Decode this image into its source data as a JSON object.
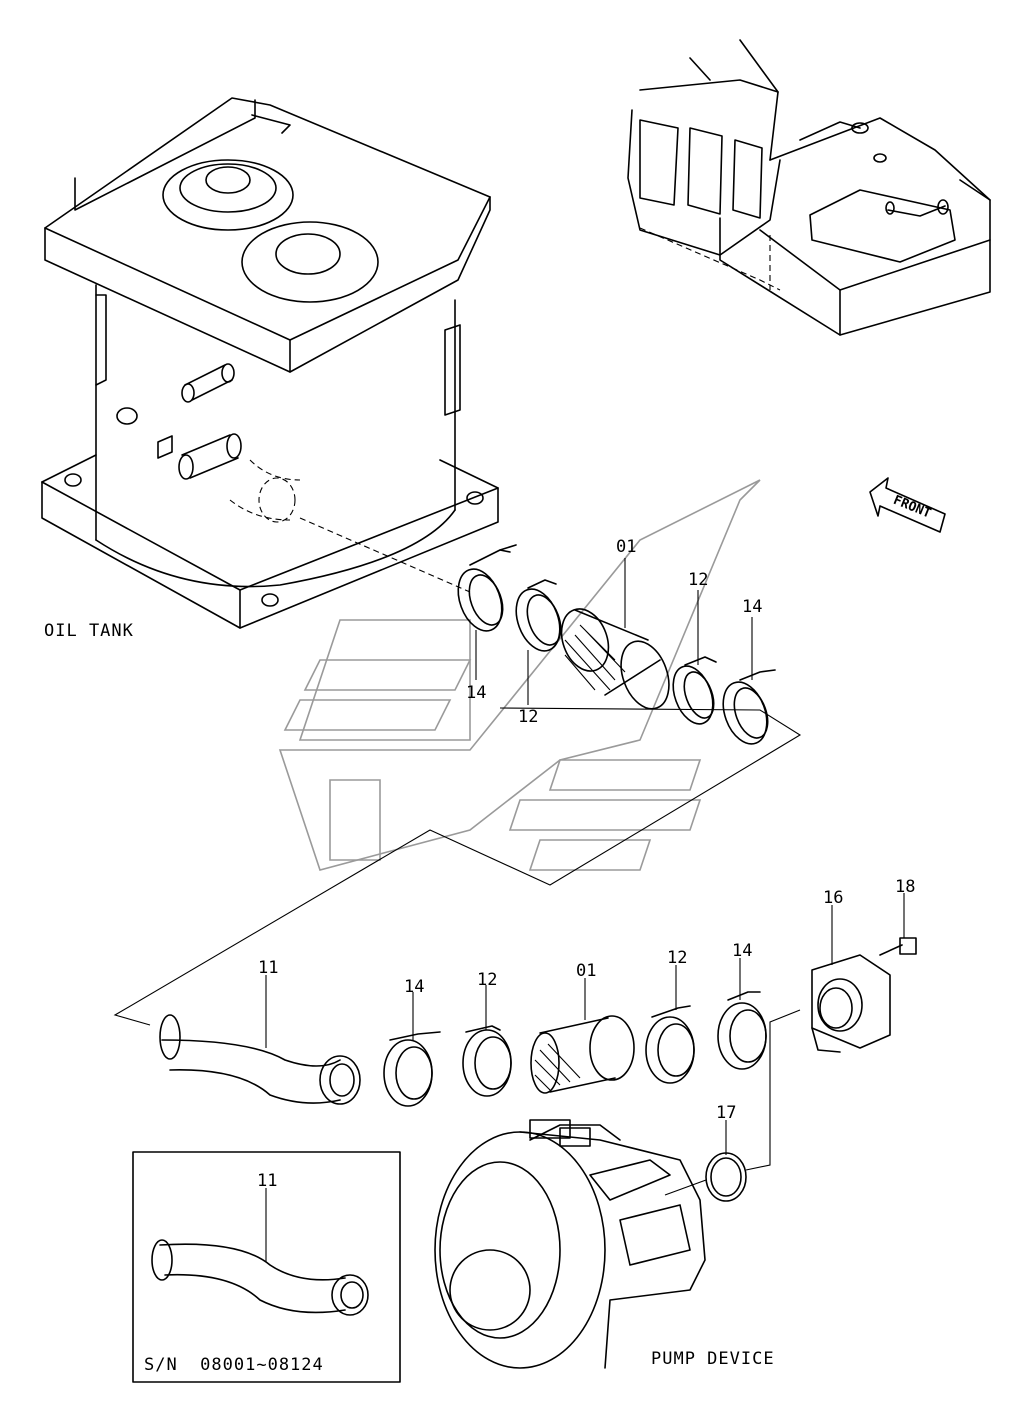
{
  "labels": {
    "oil_tank": "OIL TANK",
    "pump_device": "PUMP DEVICE",
    "front": "FRONT",
    "serial_range": "S/N  08001~08124"
  },
  "upper_callouts": [
    "01",
    "12",
    "14",
    "12",
    "14"
  ],
  "lower_callouts": [
    "11",
    "14",
    "12",
    "01",
    "12",
    "14",
    "16",
    "18",
    "17"
  ],
  "inset_callouts": [
    "11"
  ]
}
